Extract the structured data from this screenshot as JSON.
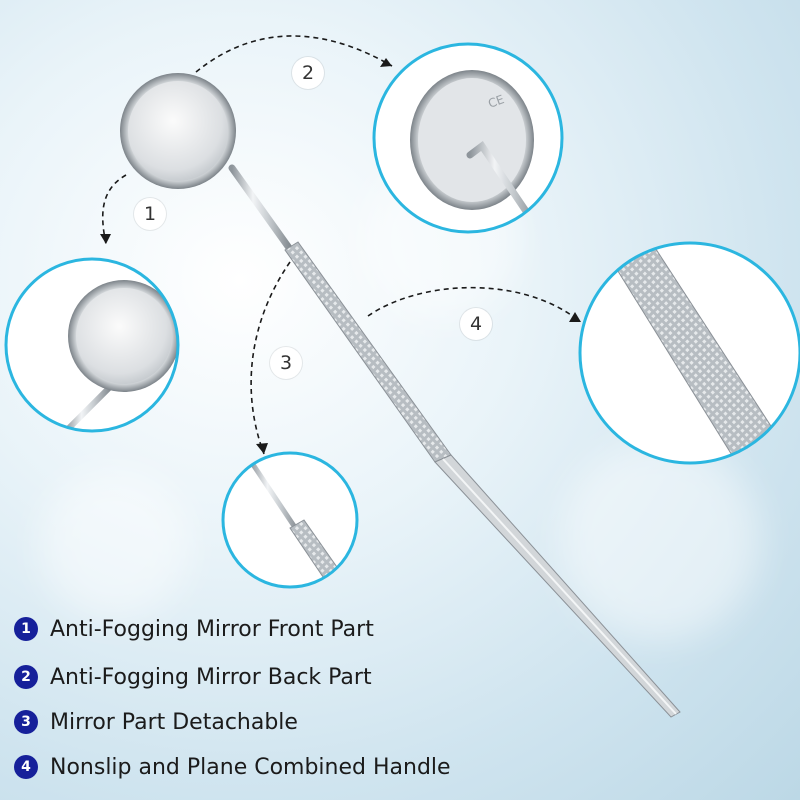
{
  "product": {
    "name": "Dental Mouth Mirror",
    "callouts": [
      "1",
      "2",
      "3",
      "4"
    ]
  },
  "legend": [
    {
      "num": "1",
      "text": "Anti-Fogging Mirror Front Part"
    },
    {
      "num": "2",
      "text": "Anti-Fogging Mirror Back Part"
    },
    {
      "num": "3",
      "text": "Mirror Part Detachable"
    },
    {
      "num": "4",
      "text": "Nonslip and Plane Combined Handle"
    }
  ],
  "colors": {
    "ring": "#2bb6e0",
    "badge": "#16209a",
    "steel_light": "#f2f4f6",
    "steel_dark": "#8e959b"
  }
}
